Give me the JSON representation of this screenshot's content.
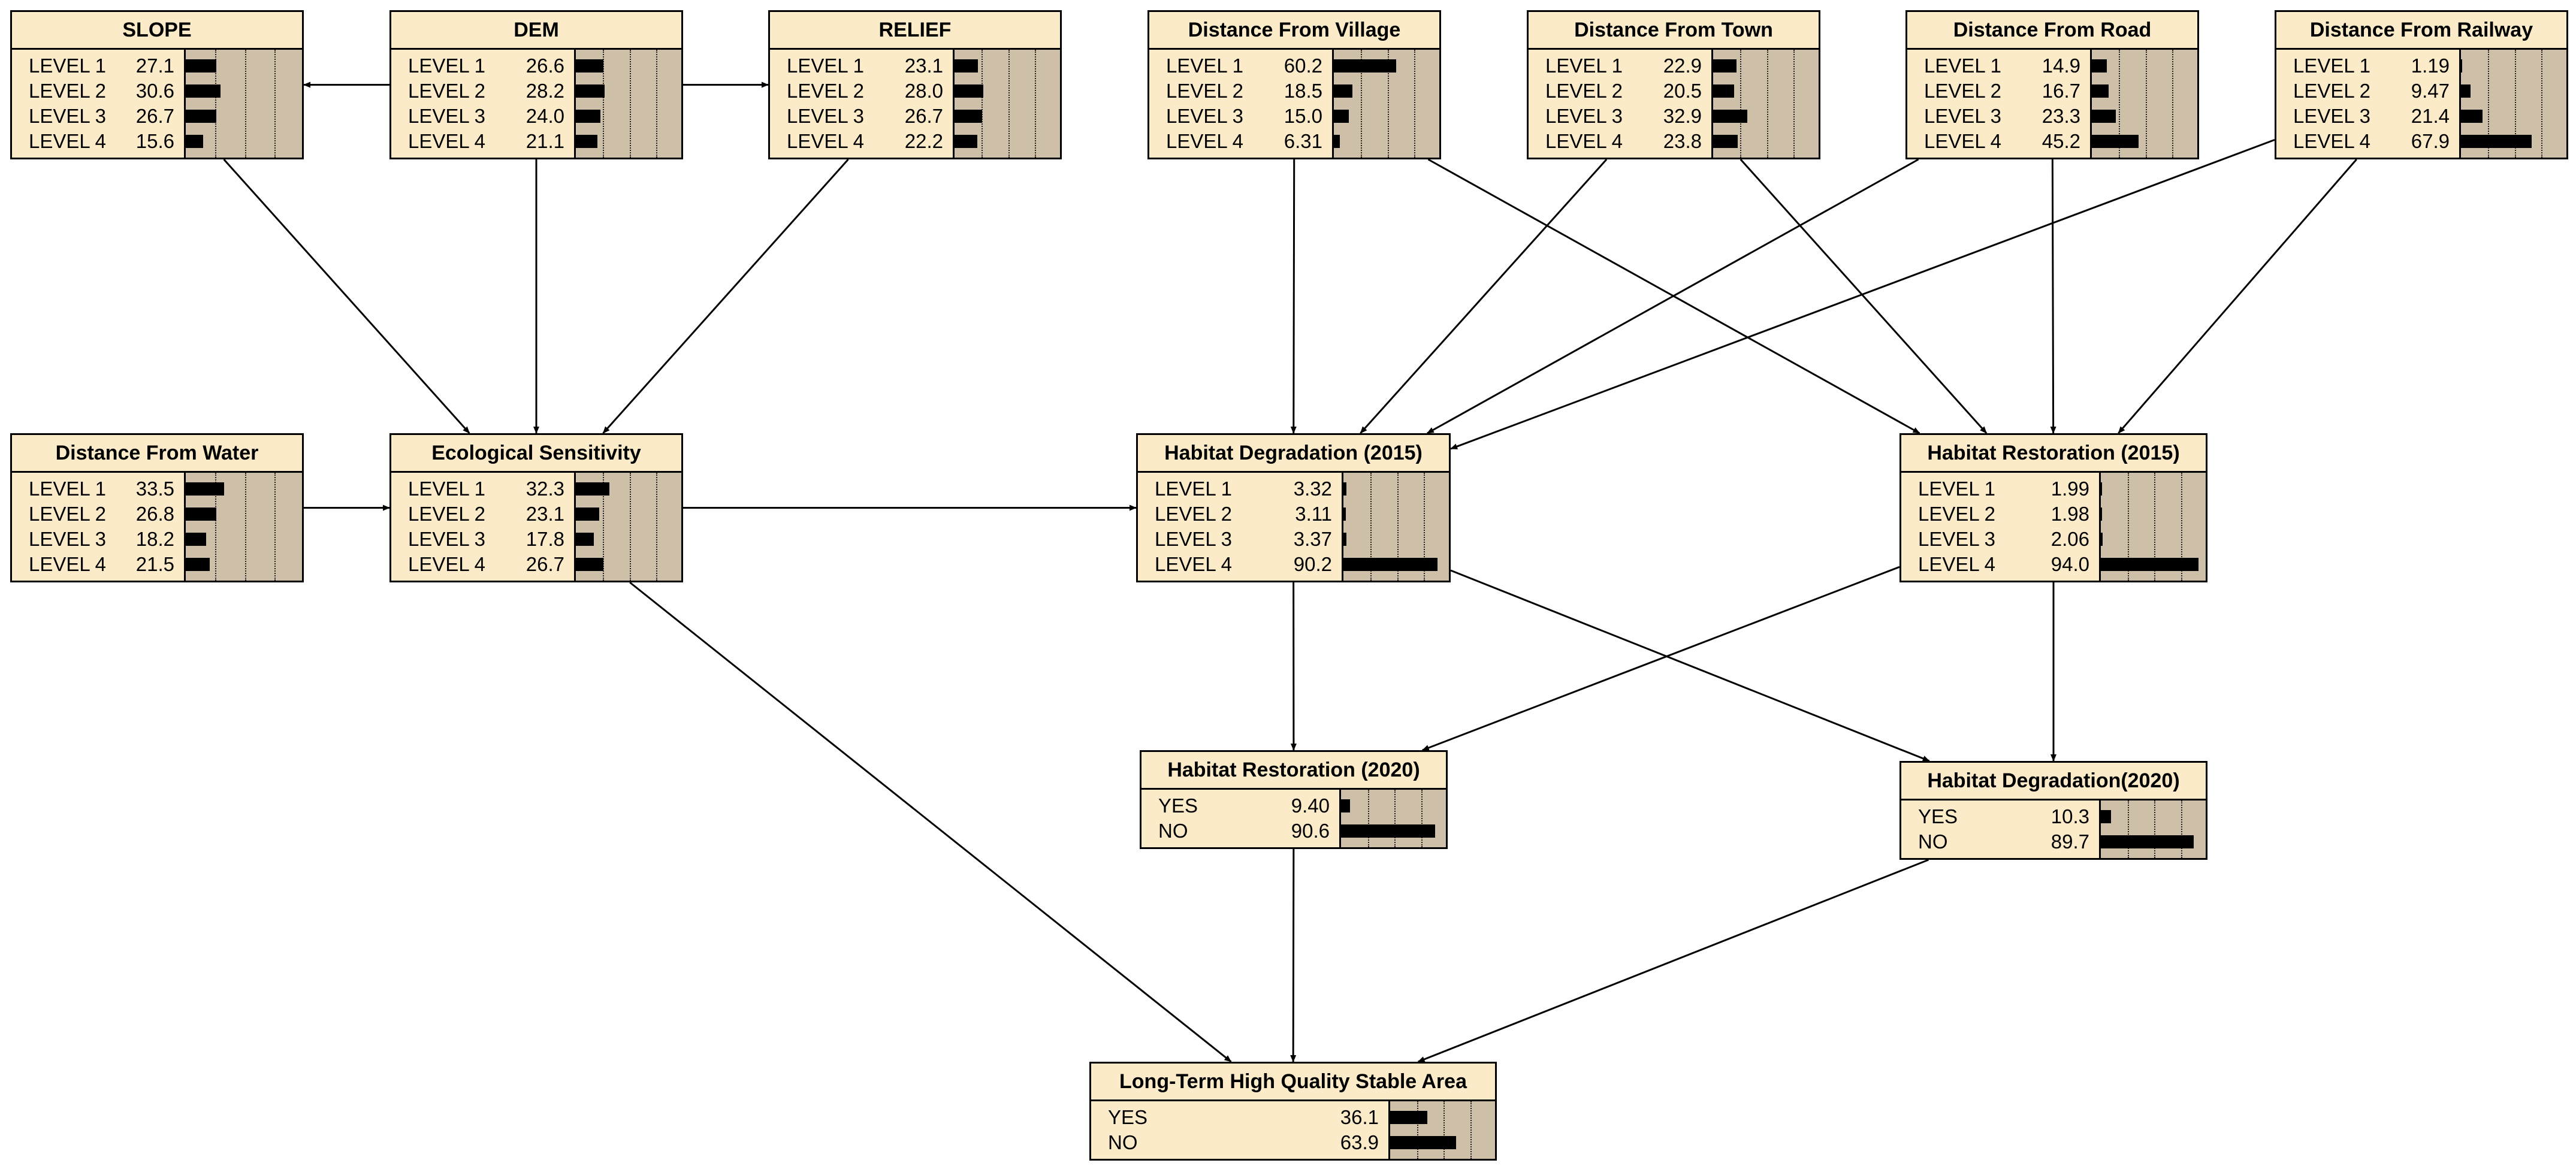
{
  "nodes": [
    {
      "id": "slope",
      "name": "SLOPE",
      "states": [
        {
          "label": "LEVEL 1",
          "value": "27.1"
        },
        {
          "label": "LEVEL 2",
          "value": "30.6"
        },
        {
          "label": "LEVEL 3",
          "value": "26.7"
        },
        {
          "label": "LEVEL 4",
          "value": "15.6"
        }
      ]
    },
    {
      "id": "dem",
      "name": "DEM",
      "states": [
        {
          "label": "LEVEL 1",
          "value": "26.6"
        },
        {
          "label": "LEVEL 2",
          "value": "28.2"
        },
        {
          "label": "LEVEL 3",
          "value": "24.0"
        },
        {
          "label": "LEVEL 4",
          "value": "21.1"
        }
      ]
    },
    {
      "id": "relief",
      "name": "RELIEF",
      "states": [
        {
          "label": "LEVEL 1",
          "value": "23.1"
        },
        {
          "label": "LEVEL 2",
          "value": "28.0"
        },
        {
          "label": "LEVEL 3",
          "value": "26.7"
        },
        {
          "label": "LEVEL 4",
          "value": "22.2"
        }
      ]
    },
    {
      "id": "dvillage",
      "name": "Distance From Village",
      "states": [
        {
          "label": "LEVEL 1",
          "value": "60.2"
        },
        {
          "label": "LEVEL 2",
          "value": "18.5"
        },
        {
          "label": "LEVEL 3",
          "value": "15.0"
        },
        {
          "label": "LEVEL 4",
          "value": "6.31"
        }
      ]
    },
    {
      "id": "dtown",
      "name": "Distance From Town",
      "states": [
        {
          "label": "LEVEL 1",
          "value": "22.9"
        },
        {
          "label": "LEVEL 2",
          "value": "20.5"
        },
        {
          "label": "LEVEL 3",
          "value": "32.9"
        },
        {
          "label": "LEVEL 4",
          "value": "23.8"
        }
      ]
    },
    {
      "id": "droad",
      "name": "Distance From Road",
      "states": [
        {
          "label": "LEVEL 1",
          "value": "14.9"
        },
        {
          "label": "LEVEL 2",
          "value": "16.7"
        },
        {
          "label": "LEVEL 3",
          "value": "23.3"
        },
        {
          "label": "LEVEL 4",
          "value": "45.2"
        }
      ]
    },
    {
      "id": "drailway",
      "name": "Distance From Railway",
      "states": [
        {
          "label": "LEVEL 1",
          "value": "1.19"
        },
        {
          "label": "LEVEL 2",
          "value": "9.47"
        },
        {
          "label": "LEVEL 3",
          "value": "21.4"
        },
        {
          "label": "LEVEL 4",
          "value": "67.9"
        }
      ]
    },
    {
      "id": "dwater",
      "name": "Distance From Water",
      "states": [
        {
          "label": "LEVEL 1",
          "value": "33.5"
        },
        {
          "label": "LEVEL 2",
          "value": "26.8"
        },
        {
          "label": "LEVEL 3",
          "value": "18.2"
        },
        {
          "label": "LEVEL 4",
          "value": "21.5"
        }
      ]
    },
    {
      "id": "ecosens",
      "name": "Ecological Sensitivity",
      "states": [
        {
          "label": "LEVEL 1",
          "value": "32.3"
        },
        {
          "label": "LEVEL 2",
          "value": "23.1"
        },
        {
          "label": "LEVEL 3",
          "value": "17.8"
        },
        {
          "label": "LEVEL 4",
          "value": "26.7"
        }
      ]
    },
    {
      "id": "hdeg2015",
      "name": "Habitat Degradation (2015)",
      "states": [
        {
          "label": "LEVEL 1",
          "value": "3.32"
        },
        {
          "label": "LEVEL 2",
          "value": "3.11"
        },
        {
          "label": "LEVEL 3",
          "value": "3.37"
        },
        {
          "label": "LEVEL 4",
          "value": "90.2"
        }
      ]
    },
    {
      "id": "hres2015",
      "name": "Habitat Restoration (2015)",
      "states": [
        {
          "label": "LEVEL 1",
          "value": "1.99"
        },
        {
          "label": "LEVEL 2",
          "value": "1.98"
        },
        {
          "label": "LEVEL 3",
          "value": "2.06"
        },
        {
          "label": "LEVEL 4",
          "value": "94.0"
        }
      ]
    },
    {
      "id": "hres2020",
      "name": "Habitat Restoration (2020)",
      "states": [
        {
          "label": "YES",
          "value": "9.40"
        },
        {
          "label": "NO",
          "value": "90.6"
        }
      ]
    },
    {
      "id": "hdeg2020",
      "name": "Habitat Degradation(2020)",
      "states": [
        {
          "label": "YES",
          "value": "10.3"
        },
        {
          "label": "NO",
          "value": "89.7"
        }
      ]
    },
    {
      "id": "lthq",
      "name": "Long-Term High Quality Stable Area",
      "states": [
        {
          "label": "YES",
          "value": "36.1"
        },
        {
          "label": "NO",
          "value": "63.9"
        }
      ]
    }
  ],
  "edges": [
    [
      "dem",
      "slope"
    ],
    [
      "dem",
      "relief"
    ],
    [
      "slope",
      "ecosens"
    ],
    [
      "dem",
      "ecosens"
    ],
    [
      "relief",
      "ecosens"
    ],
    [
      "dwater",
      "ecosens"
    ],
    [
      "ecosens",
      "hdeg2015"
    ],
    [
      "ecosens",
      "lthq"
    ],
    [
      "dvillage",
      "hdeg2015"
    ],
    [
      "dvillage",
      "hres2015"
    ],
    [
      "dtown",
      "hdeg2015"
    ],
    [
      "dtown",
      "hres2015"
    ],
    [
      "droad",
      "hdeg2015"
    ],
    [
      "droad",
      "hres2015"
    ],
    [
      "drailway",
      "hdeg2015"
    ],
    [
      "drailway",
      "hres2015"
    ],
    [
      "hdeg2015",
      "hres2020"
    ],
    [
      "hdeg2015",
      "hdeg2020"
    ],
    [
      "hres2015",
      "hres2020"
    ],
    [
      "hres2015",
      "hdeg2020"
    ],
    [
      "hres2020",
      "lthq"
    ],
    [
      "hdeg2020",
      "lthq"
    ]
  ]
}
